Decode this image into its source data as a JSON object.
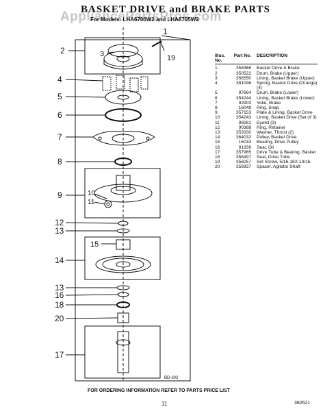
{
  "header": {
    "title": "BASKET DRIVE and BRAKE PARTS",
    "subtitle": "For Models: LHA6700W2 and LHA6705W2",
    "watermark": "AppliancePartsPros.com"
  },
  "diagram": {
    "callouts": [
      "1",
      "2",
      "3",
      "19",
      "4",
      "5",
      "6",
      "7",
      "8",
      "9",
      "10",
      "11",
      "12",
      "13",
      "14",
      "15",
      "13",
      "16",
      "18",
      "20",
      "17"
    ],
    "ref_code": "BD-302"
  },
  "parts_list": {
    "headers": {
      "illus": "Illus. No.",
      "part": "Part No.",
      "description": "DESCRIPTION"
    },
    "rows": [
      {
        "illus": "1",
        "part": "358366",
        "description": "Basket Drive & Brake"
      },
      {
        "illus": "2",
        "part": "350522",
        "description": "Drum, Brake (Upper)"
      },
      {
        "illus": "3",
        "part": "356550",
        "description": "Lining, Basket Brake (Upper)"
      },
      {
        "illus": "4",
        "part": "381046",
        "description": "Spring, Basket Drive (Orange) (4)"
      },
      {
        "illus": "5",
        "part": "97664",
        "description": "Drum, Brake (Lower)"
      },
      {
        "illus": "6",
        "part": "354244",
        "description": "Lining, Basket Brake (Lower)"
      },
      {
        "illus": "7",
        "part": "92903",
        "description": "Yoke, Brake"
      },
      {
        "illus": "8",
        "part": "16049",
        "description": "Ring, Snap"
      },
      {
        "illus": "9",
        "part": "357153",
        "description": "Plate & Lining, Basket Drive"
      },
      {
        "illus": "10",
        "part": "354243",
        "description": "Lining, Basket Drive (Set of 3)"
      },
      {
        "illus": "11",
        "part": "98281",
        "description": "Eyelet (3)"
      },
      {
        "illus": "12",
        "part": "90388",
        "description": "Ring, Retainer"
      },
      {
        "illus": "13",
        "part": "353330",
        "description": "Washer, Thrust (2)"
      },
      {
        "illus": "14",
        "part": "364032",
        "description": "Pulley, Basket Drive"
      },
      {
        "illus": "15",
        "part": "16033",
        "description": "Bearing, Drive Pulley"
      },
      {
        "illus": "16",
        "part": "91939",
        "description": "Seal, Oil"
      },
      {
        "illus": "17",
        "part": "357965",
        "description": "Drive Tube & Bearing, Basket"
      },
      {
        "illus": "18",
        "part": "358497",
        "description": "Seal, Drive Tube"
      },
      {
        "illus": "19",
        "part": "356057",
        "description": "Set Screw, 5/16-18X 13/16"
      },
      {
        "illus": "20",
        "part": "356937",
        "description": "Spacer, Agitator Shaft"
      }
    ]
  },
  "footer": {
    "note": "FOR ORDERING INFORMATION REFER TO PARTS PRICE LIST",
    "page_number": "11",
    "doc_number": "382621"
  }
}
